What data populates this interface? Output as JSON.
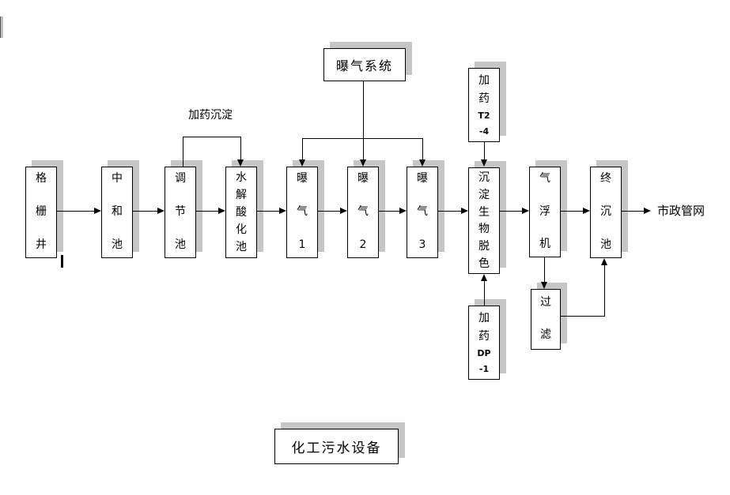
{
  "labels": {
    "aeration_system": "曝气系统",
    "dosing_sedimentation": "加药沉淀",
    "municipal_pipe_network": "市政管网",
    "caption": "化工污水设备"
  },
  "boxes": {
    "grid_well": {
      "lines": [
        "格",
        "栅",
        "井"
      ]
    },
    "neutralization_pool": {
      "lines": [
        "中",
        "和",
        "池"
      ]
    },
    "regulating_pool": {
      "lines": [
        "调",
        "节",
        "池"
      ]
    },
    "hydrolysis_acidification_pool": {
      "lines": [
        "水",
        "解",
        "酸",
        "化",
        "池"
      ]
    },
    "aeration_1": {
      "lines": [
        "曝",
        "气",
        "1"
      ]
    },
    "aeration_2": {
      "lines": [
        "曝",
        "气",
        "2"
      ]
    },
    "aeration_3": {
      "lines": [
        "曝",
        "气",
        "3"
      ]
    },
    "sedimentation_bio_decolor": {
      "lines": [
        "沉",
        "淀",
        "生",
        "物",
        "脱",
        "色"
      ]
    },
    "air_flotation": {
      "lines": [
        "气",
        "浮",
        "机"
      ]
    },
    "final_sedimentation_pool": {
      "lines": [
        "终",
        "沉",
        "池"
      ]
    },
    "filtration": {
      "lines": [
        "过",
        "滤"
      ]
    },
    "dosing_t2_4": {
      "lines": [
        "加",
        "药",
        "T2",
        "-4"
      ]
    },
    "dosing_dp_1": {
      "lines": [
        "加",
        "药",
        "DP",
        "-1"
      ]
    }
  },
  "colors": {
    "line": "#000000",
    "box_background": "#ffffff",
    "shadow": "#c6c6c6",
    "background": "#ffffff"
  }
}
